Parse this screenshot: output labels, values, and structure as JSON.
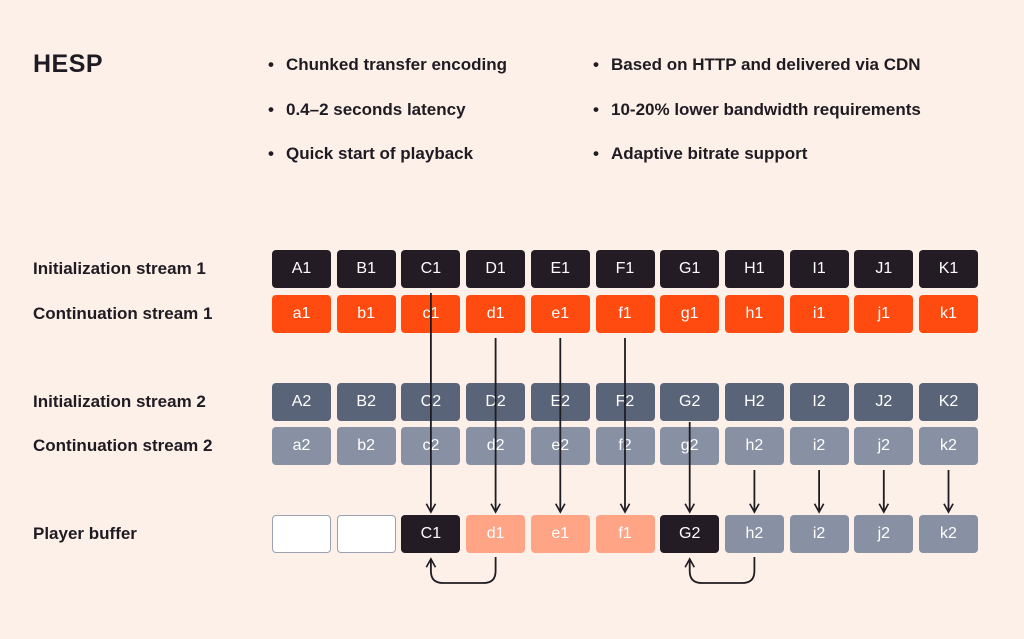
{
  "title": "HESP",
  "bullets_left": [
    "Chunked transfer encoding",
    "0.4–2 seconds latency",
    "Quick start of playback"
  ],
  "bullets_right": [
    "Based on HTTP and delivered via CDN",
    "10-20% lower bandwidth requirements",
    "Adaptive bitrate support"
  ],
  "bullet_glyph": "•",
  "colors": {
    "background": "#fdf0e8",
    "dark": "#231c24",
    "orange": "#ff4a10",
    "orange_light": "#ffa585",
    "slate": "#5a6478",
    "slate_light": "#8891a3",
    "empty_border": "#9aa2b2"
  },
  "rows": [
    {
      "label": "Initialization stream 1",
      "style": "dark",
      "cells": [
        "A1",
        "B1",
        "C1",
        "D1",
        "E1",
        "F1",
        "G1",
        "H1",
        "I1",
        "J1",
        "K1"
      ]
    },
    {
      "label": "Continuation stream 1",
      "style": "orange",
      "cells": [
        "a1",
        "b1",
        "c1",
        "d1",
        "e1",
        "f1",
        "g1",
        "h1",
        "i1",
        "j1",
        "k1"
      ]
    },
    {
      "label": "Initialization stream 2",
      "style": "slate",
      "cells": [
        "A2",
        "B2",
        "C2",
        "D2",
        "E2",
        "F2",
        "G2",
        "H2",
        "I2",
        "J2",
        "K2"
      ]
    },
    {
      "label": "Continuation stream 2",
      "style": "slate_light",
      "cells": [
        "a2",
        "b2",
        "c2",
        "d2",
        "e2",
        "f2",
        "g2",
        "h2",
        "i2",
        "j2",
        "k2"
      ]
    },
    {
      "label": "Player buffer",
      "cells": [
        {
          "text": "",
          "style": "empty"
        },
        {
          "text": "",
          "style": "empty"
        },
        {
          "text": "C1",
          "style": "dark"
        },
        {
          "text": "d1",
          "style": "orange_light"
        },
        {
          "text": "e1",
          "style": "orange_light"
        },
        {
          "text": "f1",
          "style": "orange_light"
        },
        {
          "text": "G2",
          "style": "dark"
        },
        {
          "text": "h2",
          "style": "slate_light"
        },
        {
          "text": "i2",
          "style": "slate_light"
        },
        {
          "text": "j2",
          "style": "slate_light"
        },
        {
          "text": "k2",
          "style": "slate_light"
        }
      ]
    }
  ],
  "arrows": [
    {
      "from_row": 0,
      "column": 2
    },
    {
      "from_row": 1,
      "column": 3
    },
    {
      "from_row": 1,
      "column": 4
    },
    {
      "from_row": 1,
      "column": 5
    },
    {
      "from_row": 2,
      "column": 6
    },
    {
      "from_row": 3,
      "column": 7
    },
    {
      "from_row": 3,
      "column": 8
    },
    {
      "from_row": 3,
      "column": 9
    },
    {
      "from_row": 3,
      "column": 10
    }
  ],
  "loops": [
    {
      "from_column": 3,
      "to_column": 2
    },
    {
      "from_column": 7,
      "to_column": 6
    }
  ]
}
